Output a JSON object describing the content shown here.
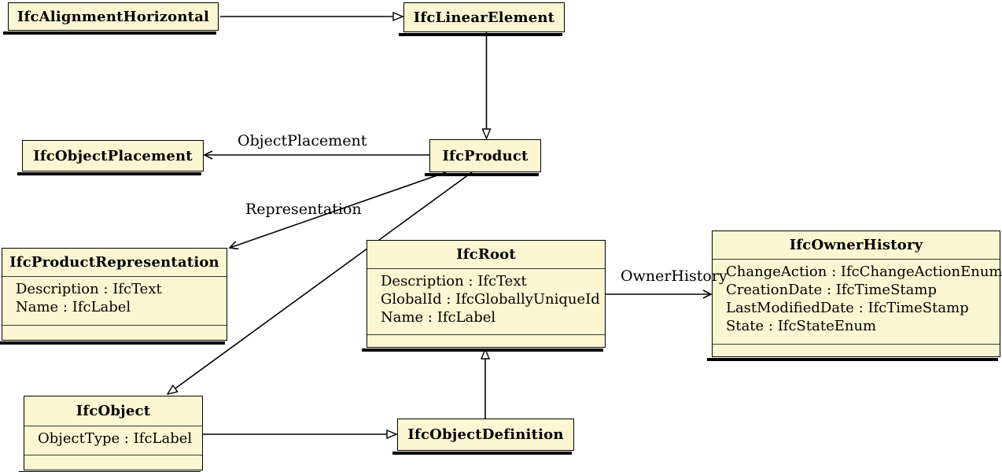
{
  "colors": {
    "node_fill": "#fcf6d2",
    "node_border": "#000000",
    "divider": "#3b3b33",
    "background": "#ffffff",
    "text": "#000000"
  },
  "nodes": [
    {
      "title": "IfcAlignmentHorizontal",
      "attributes": []
    },
    {
      "title": "IfcLinearElement",
      "attributes": []
    },
    {
      "title": "IfcObjectPlacement",
      "attributes": []
    },
    {
      "title": "IfcProduct",
      "attributes": []
    },
    {
      "title": "IfcProductRepresentation",
      "attributes": [
        "Description : IfcText",
        "Name : IfcLabel"
      ]
    },
    {
      "title": "IfcRoot",
      "attributes": [
        "Description : IfcText",
        "GlobalId : IfcGloballyUniqueId",
        "Name : IfcLabel"
      ]
    },
    {
      "title": "IfcOwnerHistory",
      "attributes": [
        "ChangeAction : IfcChangeActionEnum",
        "CreationDate : IfcTimeStamp",
        "LastModifiedDate : IfcTimeStamp",
        "State : IfcStateEnum"
      ]
    },
    {
      "title": "IfcObject",
      "attributes": [
        "ObjectType : IfcLabel"
      ]
    },
    {
      "title": "IfcObjectDefinition",
      "attributes": []
    }
  ],
  "edges": [
    {
      "from": "IfcAlignmentHorizontal",
      "to": "IfcLinearElement",
      "type": "generalization",
      "label": ""
    },
    {
      "from": "IfcLinearElement",
      "to": "IfcProduct",
      "type": "generalization",
      "label": ""
    },
    {
      "from": "IfcProduct",
      "to": "IfcObjectPlacement",
      "type": "association",
      "label": "ObjectPlacement"
    },
    {
      "from": "IfcProduct",
      "to": "IfcProductRepresentation",
      "type": "association",
      "label": "Representation"
    },
    {
      "from": "IfcProduct",
      "to": "IfcObject",
      "type": "generalization",
      "label": ""
    },
    {
      "from": "IfcRoot",
      "to": "IfcOwnerHistory",
      "type": "association",
      "label": "OwnerHistory"
    },
    {
      "from": "IfcObject",
      "to": "IfcObjectDefinition",
      "type": "generalization",
      "label": ""
    },
    {
      "from": "IfcObjectDefinition",
      "to": "IfcRoot",
      "type": "generalization",
      "label": ""
    }
  ]
}
